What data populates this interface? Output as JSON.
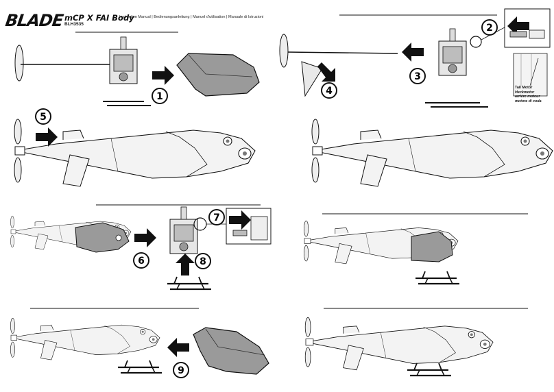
{
  "header": {
    "brand": "BLADE",
    "product": "mCP X FAI Body",
    "manuals": "Instruction Manual | Bedienungsanleitung | Manuel d'utilisation | Manuale di Istruzioni",
    "sku": "BLH3535"
  },
  "steps": [
    "1",
    "2",
    "3",
    "4",
    "5",
    "6",
    "7",
    "8",
    "9"
  ],
  "callout": {
    "line1": "Tail Motor",
    "line2": "Heckmotor",
    "line3": "arrière moteur",
    "line4": "motore di coda"
  },
  "colors": {
    "ink": "#111111",
    "canopy_fill": "#9a9a9a",
    "body_fill": "#f3f3f3",
    "shadow_fill": "#cfcfcf"
  }
}
